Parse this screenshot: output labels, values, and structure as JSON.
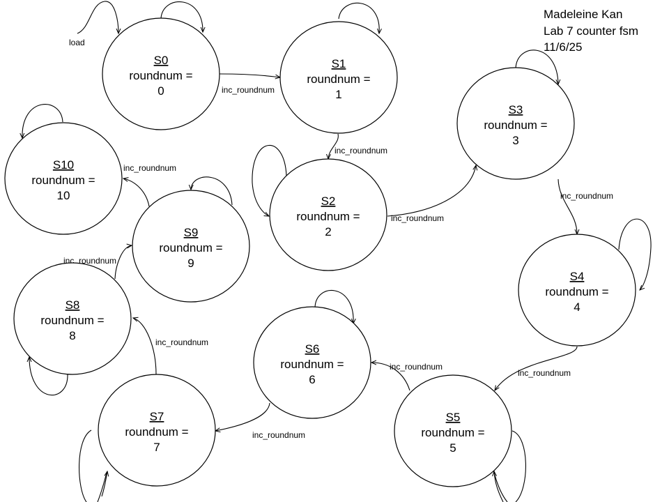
{
  "note": {
    "lines": [
      "Madeleine Kan",
      "Lab 7 counter fsm",
      "11/6/25"
    ]
  },
  "colors": {
    "stroke": "#000000",
    "fill": "#ffffff"
  },
  "states": [
    {
      "id": "S0",
      "output": "roundnum =",
      "value": "0"
    },
    {
      "id": "S1",
      "output": "roundnum =",
      "value": "1"
    },
    {
      "id": "S2",
      "output": "roundnum =",
      "value": "2"
    },
    {
      "id": "S3",
      "output": "roundnum =",
      "value": "3"
    },
    {
      "id": "S4",
      "output": "roundnum =",
      "value": "4"
    },
    {
      "id": "S5",
      "output": "roundnum =",
      "value": "5"
    },
    {
      "id": "S6",
      "output": "roundnum =",
      "value": "6"
    },
    {
      "id": "S7",
      "output": "roundnum =",
      "value": "7"
    },
    {
      "id": "S8",
      "output": "roundnum =",
      "value": "8"
    },
    {
      "id": "S9",
      "output": "roundnum =",
      "value": "9"
    },
    {
      "id": "S10",
      "output": "roundnum =",
      "value": "10"
    }
  ],
  "transitions": [
    {
      "from": "start",
      "to": "S0",
      "label": "load"
    },
    {
      "from": "S0",
      "to": "S1",
      "label": "inc_roundnum"
    },
    {
      "from": "S1",
      "to": "S2",
      "label": "inc_roundnum"
    },
    {
      "from": "S2",
      "to": "S3",
      "label": "inc_roundnum"
    },
    {
      "from": "S3",
      "to": "S4",
      "label": "inc_roundnum"
    },
    {
      "from": "S4",
      "to": "S5",
      "label": "inc_roundnum"
    },
    {
      "from": "S5",
      "to": "S6",
      "label": "inc_roundnum"
    },
    {
      "from": "S6",
      "to": "S7",
      "label": "inc_roundnum"
    },
    {
      "from": "S7",
      "to": "S8",
      "label": "inc_roundnum"
    },
    {
      "from": "S8",
      "to": "S9",
      "label": "inc_roundnum"
    },
    {
      "from": "S9",
      "to": "S10",
      "label": "inc_roundnum"
    }
  ]
}
